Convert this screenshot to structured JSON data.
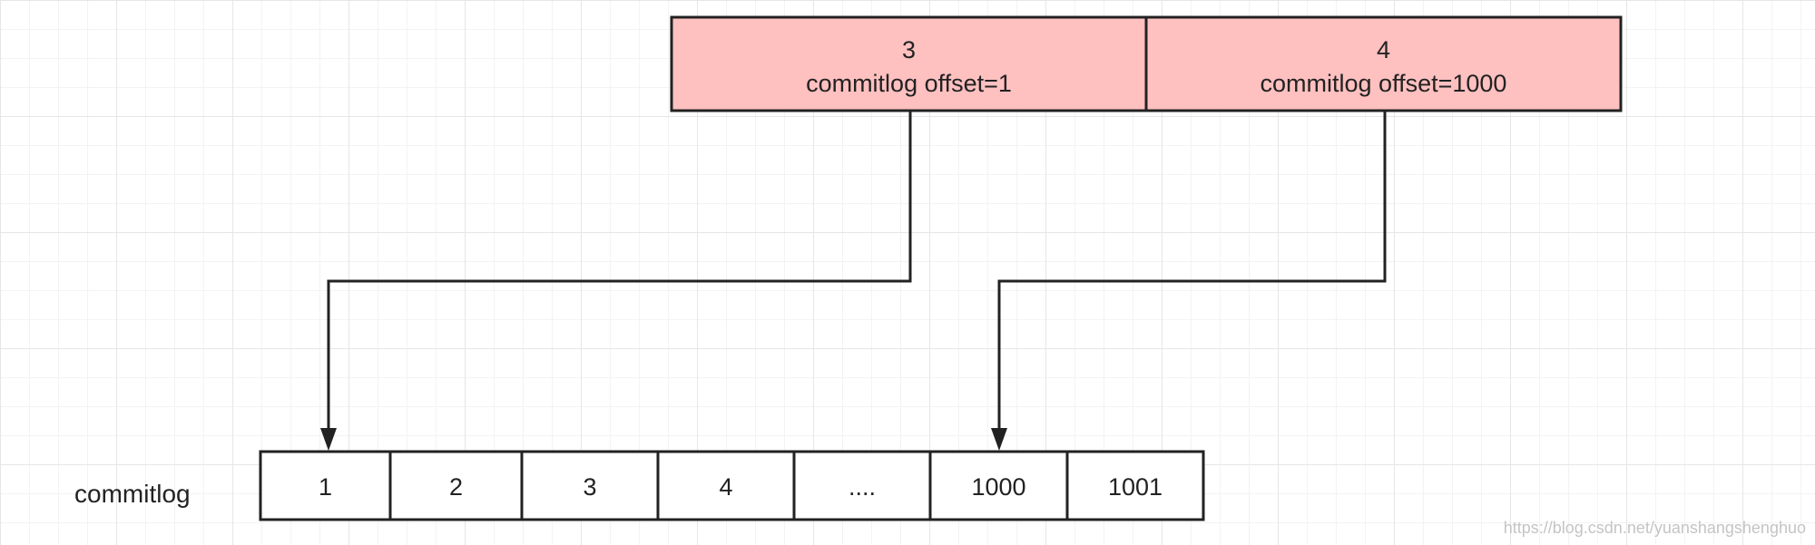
{
  "index_entries": [
    {
      "id": "3",
      "text": "commitlog offset=1",
      "points_to": "1"
    },
    {
      "id": "4",
      "text": "commitlog offset=1000",
      "points_to": "1000"
    }
  ],
  "commitlog": {
    "label": "commitlog",
    "cells": [
      "1",
      "2",
      "3",
      "4",
      "....",
      "1000",
      "1001"
    ]
  },
  "watermark": "https://blog.csdn.net/yuanshangshenghuo",
  "colors": {
    "index_fill": "#ffc0c0",
    "stroke": "#222222",
    "grid": "#e6e6e6"
  }
}
